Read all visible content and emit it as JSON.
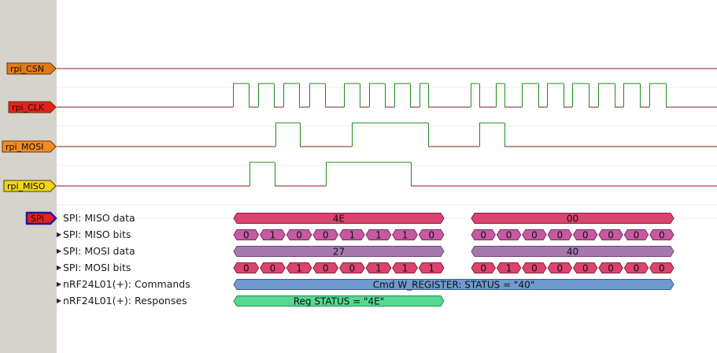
{
  "channels": [
    {
      "name": "rpi_CSN",
      "color": "#e07a18",
      "text_color": "#111111"
    },
    {
      "name": "rpi_CLK",
      "color": "#e8201c",
      "text_color": "#111111"
    },
    {
      "name": "rpi_MOSI",
      "color": "#f58a1e",
      "text_color": "#111111"
    },
    {
      "name": "rpi_MISO",
      "color": "#ecd51a",
      "text_color": "#111111"
    }
  ],
  "decoder": {
    "name": "SPI",
    "color": "#e8201c",
    "border": "#1a1a9a"
  },
  "rows": [
    {
      "label": "SPI: MISO data",
      "expander": "",
      "style": "miso",
      "annotations": [
        {
          "text": "4E"
        },
        {
          "text": "00"
        }
      ]
    },
    {
      "label": "SPI: MISO bits",
      "expander": "▶",
      "style": "miso_bits",
      "annotations": [
        {
          "text": "0"
        },
        {
          "text": "1"
        },
        {
          "text": "0"
        },
        {
          "text": "0"
        },
        {
          "text": "1"
        },
        {
          "text": "1"
        },
        {
          "text": "1"
        },
        {
          "text": "0"
        },
        {
          "text": "0"
        },
        {
          "text": "0"
        },
        {
          "text": "0"
        },
        {
          "text": "0"
        },
        {
          "text": "0"
        },
        {
          "text": "0"
        },
        {
          "text": "0"
        },
        {
          "text": "0"
        }
      ]
    },
    {
      "label": "SPI: MOSI data",
      "expander": "▶",
      "style": "mosi",
      "annotations": [
        {
          "text": "27"
        },
        {
          "text": "40"
        }
      ]
    },
    {
      "label": "SPI: MOSI bits",
      "expander": "▶",
      "style": "mosi_bits",
      "annotations": [
        {
          "text": "0"
        },
        {
          "text": "0"
        },
        {
          "text": "1"
        },
        {
          "text": "0"
        },
        {
          "text": "0"
        },
        {
          "text": "1"
        },
        {
          "text": "1"
        },
        {
          "text": "1"
        },
        {
          "text": "0"
        },
        {
          "text": "1"
        },
        {
          "text": "0"
        },
        {
          "text": "0"
        },
        {
          "text": "0"
        },
        {
          "text": "0"
        },
        {
          "text": "0"
        },
        {
          "text": "0"
        }
      ]
    },
    {
      "label": "nRF24L01(+): Commands",
      "expander": "▶",
      "style": "cmd",
      "annotations": [
        {
          "text": "Cmd W_REGISTER: STATUS = \"40\""
        }
      ]
    },
    {
      "label": "nRF24L01(+): Responses",
      "expander": "▶",
      "style": "resp",
      "annotations": [
        {
          "text": "Reg STATUS = \"4E\""
        }
      ]
    }
  ],
  "styles": {
    "miso": {
      "fill": "#dc4470",
      "stroke": "#8a1e3c"
    },
    "miso_bits": {
      "fill": "#c65aa2",
      "stroke": "#7a2a60"
    },
    "mosi": {
      "fill": "#a678ae",
      "stroke": "#6a4272"
    },
    "mosi_bits": {
      "fill": "#dc4470",
      "stroke": "#8a1e3c"
    },
    "cmd": {
      "fill": "#6f9ad0",
      "stroke": "#3c5e8c"
    },
    "resp": {
      "fill": "#55d890",
      "stroke": "#2a8a52"
    }
  },
  "trace_colors": {
    "low": "#8b1a1a",
    "high": "#1c8c1c"
  }
}
